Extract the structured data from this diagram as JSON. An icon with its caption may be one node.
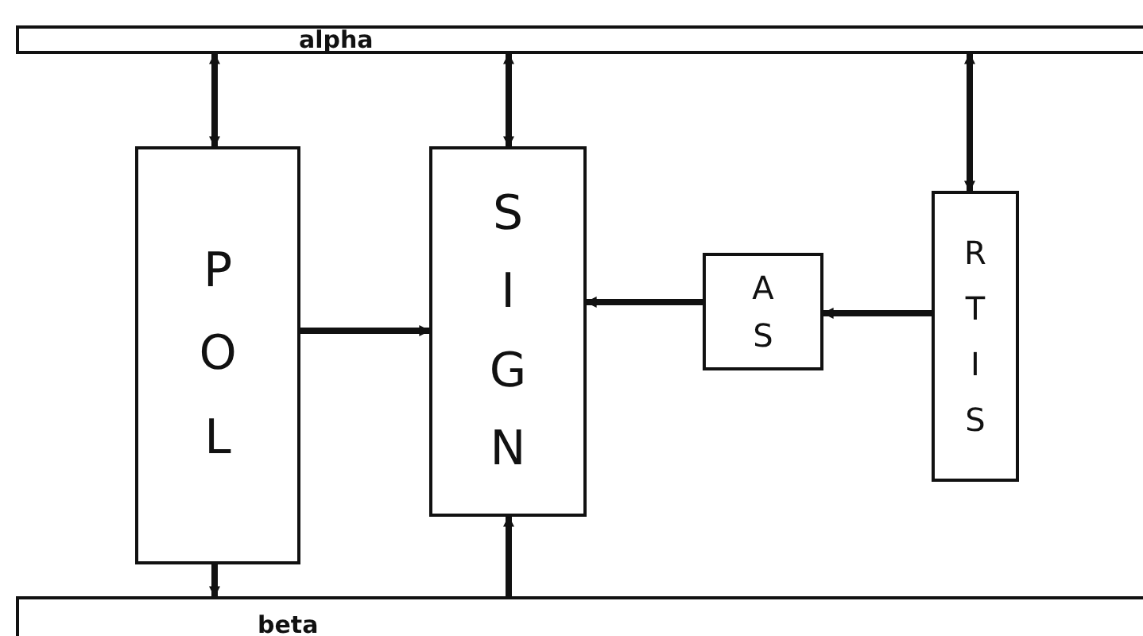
{
  "diagram": {
    "nodes": [
      {
        "text": [
          "alpha"
        ]
      },
      {
        "text": [
          "POL"
        ]
      },
      {
        "text": [
          "SIGN"
        ]
      },
      {
        "text": [
          "AS"
        ]
      },
      {
        "text": [
          "RTIS"
        ]
      },
      {
        "text": [
          "beta"
        ]
      }
    ],
    "edges": [
      {
        "from": 0,
        "to": 1,
        "arrow": "both"
      },
      {
        "from": 0,
        "to": 2,
        "arrow": "both"
      },
      {
        "from": 0,
        "to": 4,
        "arrow": "both"
      },
      {
        "from": 1,
        "to": 2,
        "arrow": "to"
      },
      {
        "from": 3,
        "to": 2,
        "arrow": "to"
      },
      {
        "from": 4,
        "to": 3,
        "arrow": "to"
      },
      {
        "from": 1,
        "to": 5,
        "arrow": "to"
      },
      {
        "from": 5,
        "to": 2,
        "arrow": "to"
      }
    ]
  }
}
